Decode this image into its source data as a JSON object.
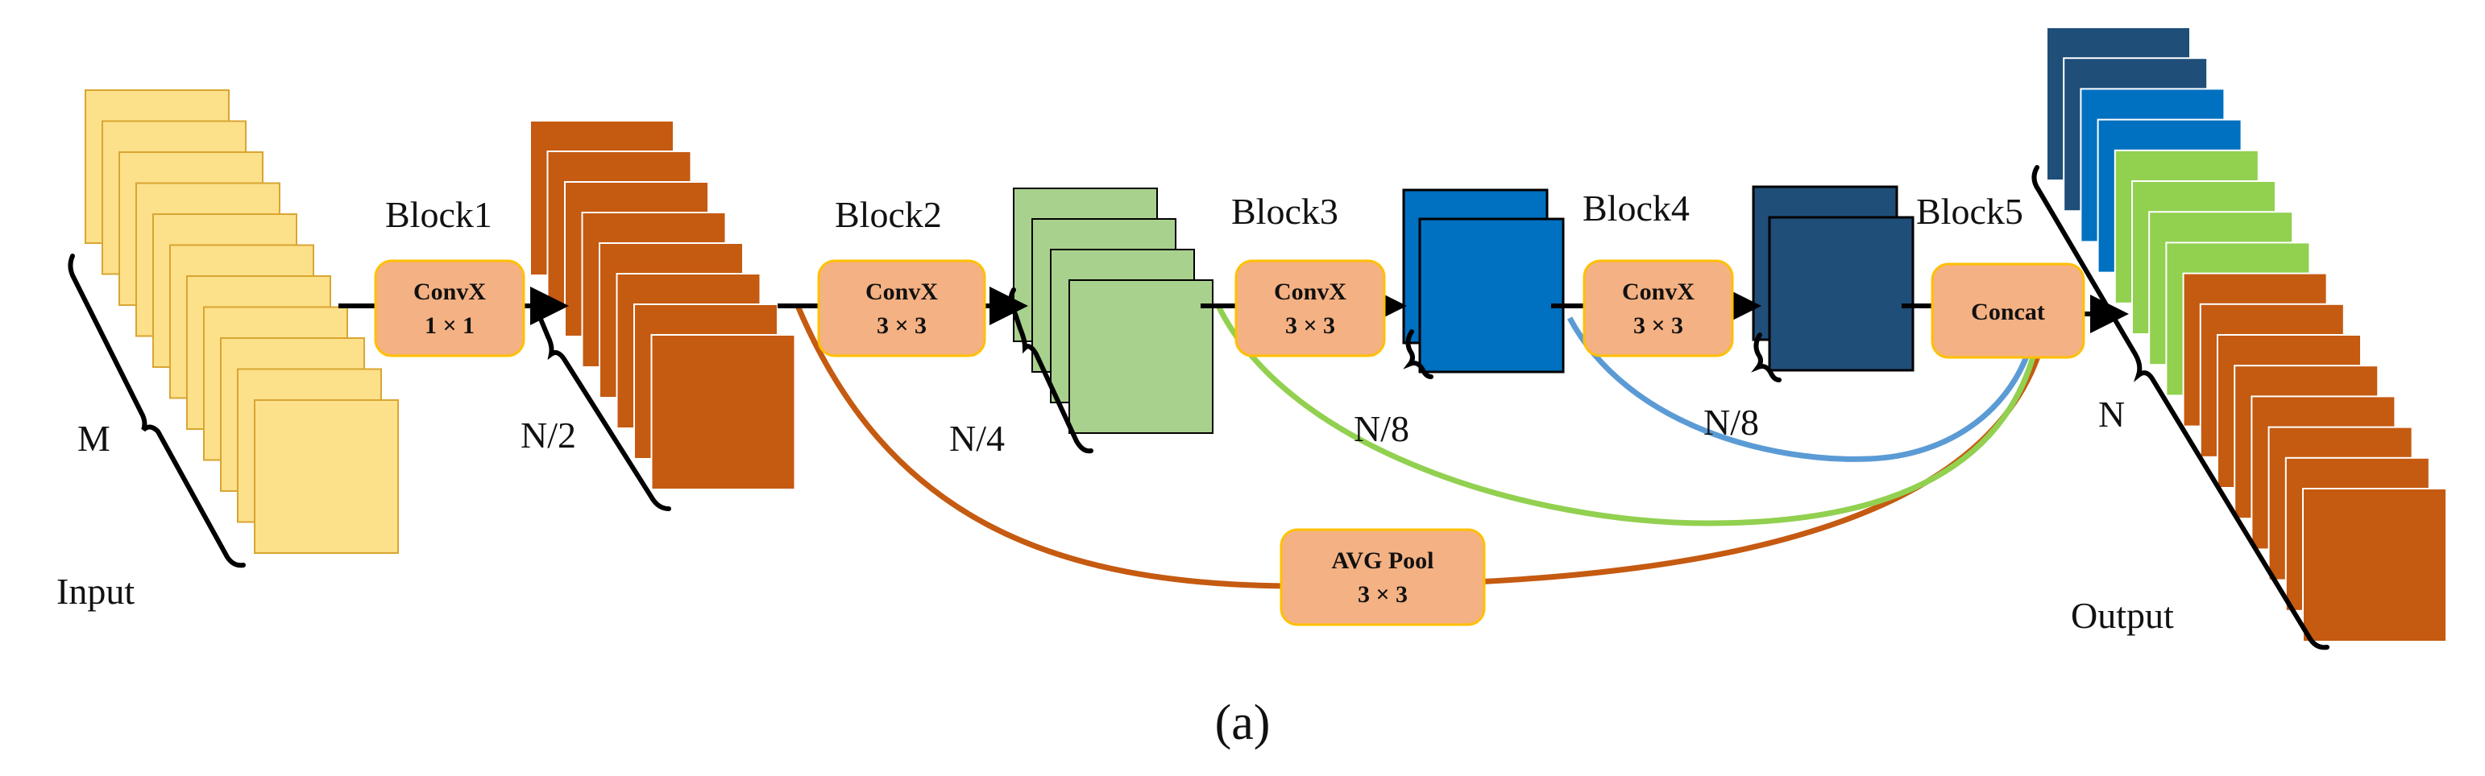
{
  "figure_label": "(a)",
  "labels": {
    "input": "Input",
    "output": "Output",
    "m": "M",
    "n": "N",
    "n2": "N/2",
    "n4": "N/4",
    "n8a": "N/8",
    "n8b": "N/8"
  },
  "blocks": [
    "Block1",
    "Block2",
    "Block3",
    "Block4",
    "Block5"
  ],
  "ops": {
    "conv1": {
      "line1": "ConvX",
      "line2": "1 × 1"
    },
    "conv2": {
      "line1": "ConvX",
      "line2": "3 × 3"
    },
    "conv3": {
      "line1": "ConvX",
      "line2": "3 × 3"
    },
    "conv4": {
      "line1": "ConvX",
      "line2": "3 × 3"
    },
    "concat": {
      "line1": "Concat"
    },
    "avgpool": {
      "line1": "AVG Pool",
      "line2": "3 × 3"
    }
  },
  "colors": {
    "input_fill": "#FDE08A",
    "input_stroke": "#D9A531",
    "orange_fill": "#C55A11",
    "green_fill": "#A9D18E",
    "green_bright": "#92D050",
    "blue_fill": "#0070C0",
    "dark_blue_fill": "#1F4E79",
    "op_fill": "#F4B183",
    "op_stroke": "#FFC000",
    "path_orange": "#C55A11",
    "path_green": "#92D050",
    "path_blue": "#5B9BD5"
  }
}
